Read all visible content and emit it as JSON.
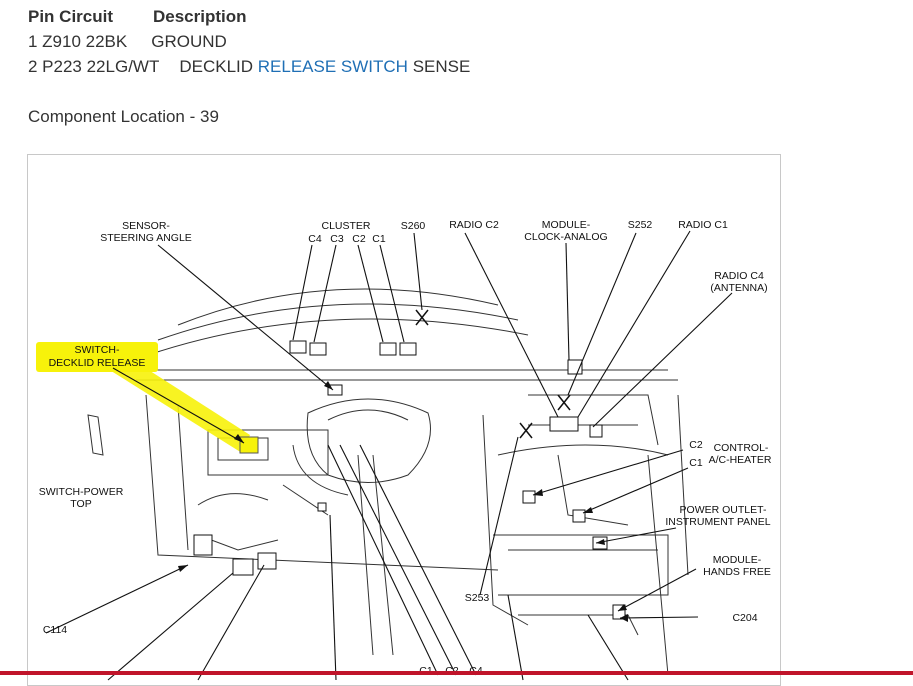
{
  "pin_table": {
    "header": {
      "pin_circuit": "Pin Circuit",
      "description": "Description"
    },
    "rows": [
      {
        "pin_circuit": "1 Z910 22BK",
        "description_pre": "GROUND",
        "description_link": "",
        "description_post": ""
      },
      {
        "pin_circuit": "2 P223 22LG/WT",
        "description_pre": "DECKLID ",
        "description_link": "RELEASE SWITCH",
        "description_post": " SENSE"
      }
    ]
  },
  "component_location": "Component Location - 39",
  "diagram": {
    "highlight_color": "#f7f20a",
    "labels": {
      "sensor_steering_1": "SENSOR-",
      "sensor_steering_2": "STEERING ANGLE",
      "cluster": "CLUSTER",
      "c4_top": "C4",
      "c3_top": "C3",
      "c2_top": "C2",
      "c1_top": "C1",
      "s260": "S260",
      "radio_c2": "RADIO C2",
      "module_clock_1": "MODULE-",
      "module_clock_2": "CLOCK-ANALOG",
      "s252": "S252",
      "radio_c1": "RADIO C1",
      "radio_c4_1": "RADIO C4",
      "radio_c4_2": "(ANTENNA)",
      "switch_decklid_1": "SWITCH-",
      "switch_decklid_2": "DECKLID RELEASE",
      "switch_power_1": "SWITCH-POWER",
      "switch_power_2": "TOP",
      "c2_right": "C2",
      "c1_right": "C1",
      "control_1": "CONTROL-",
      "control_2": "A/C-HEATER",
      "power_outlet_1": "POWER OUTLET-",
      "power_outlet_2": "INSTRUMENT PANEL",
      "module_hands_1": "MODULE-",
      "module_hands_2": "HANDS FREE",
      "c204": "C204",
      "s253": "S253",
      "c114": "C114",
      "c1_bottom": "C1",
      "c2_bottom": "C2",
      "c4_bottom": "C4"
    }
  }
}
